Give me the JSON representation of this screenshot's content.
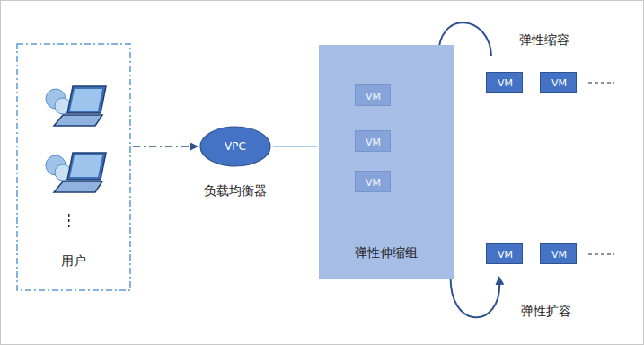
{
  "diagram": {
    "nodes": [
      {
        "text": [
          "用户"
        ]
      },
      {
        "text": [
          "VPC",
          "负载均衡器"
        ]
      },
      {
        "text": [
          "弹性伸缩组"
        ]
      },
      {
        "text": [
          "VM"
        ],
        "in": 2
      },
      {
        "text": [
          "VM"
        ],
        "in": 2
      },
      {
        "text": [
          "VM"
        ],
        "in": 2
      },
      {
        "text": [
          "VM"
        ]
      },
      {
        "text": [
          "VM"
        ]
      },
      {
        "text": [
          "VM"
        ]
      },
      {
        "text": [
          "VM"
        ]
      }
    ],
    "edges": [
      {
        "from": 0,
        "to": 1,
        "arrow": "to"
      },
      {
        "from": 1,
        "to": 2,
        "arrow": "none"
      }
    ],
    "labels": [
      "弹性缩容",
      "弹性扩容"
    ]
  }
}
